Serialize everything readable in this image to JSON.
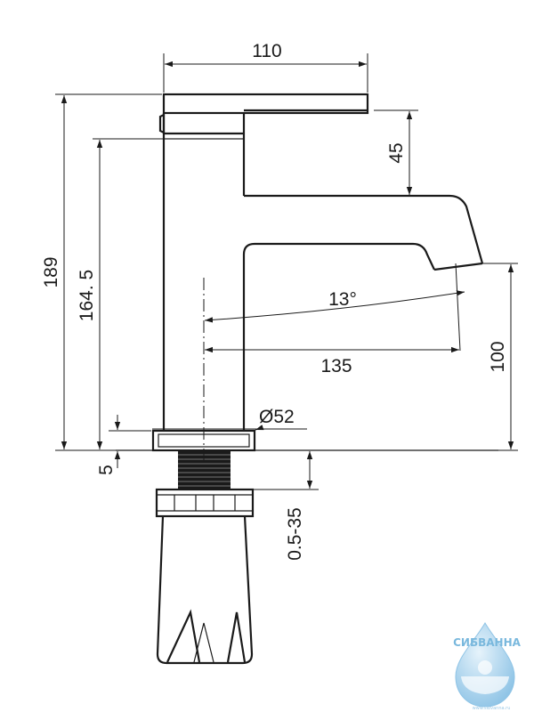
{
  "dimensions": {
    "top_width": "110",
    "spout_height": "45",
    "total_height": "189",
    "body_height": "164. 5",
    "angle": "13°",
    "reach": "135",
    "spout_clearance": "100",
    "base_diameter": "Ø52",
    "base_thickness": "5",
    "deck_range": "0.5-35"
  },
  "watermark": {
    "brand": "СИБВАННА",
    "url": "www.sibvanna.ru"
  },
  "colors": {
    "line": "#1a1a1a",
    "watermark": "#79b8dd"
  }
}
